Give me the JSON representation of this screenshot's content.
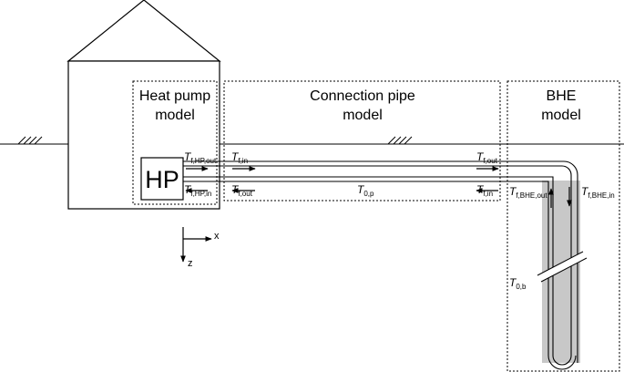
{
  "sections": {
    "heat_pump": {
      "line1": "Heat pump",
      "line2": "model"
    },
    "connection_pipe": {
      "line1": "Connection pipe",
      "line2": "model"
    },
    "bhe": {
      "line1": "BHE",
      "line2": "model"
    }
  },
  "hp_box": "HP",
  "axes": {
    "x": "x",
    "z": "z"
  },
  "temperatures": {
    "symbol": "T",
    "hp_out": "f,HP,out",
    "hp_in": "f,HP,in",
    "pipe_in_left": "f,in",
    "pipe_out_left": "f,out",
    "pipe_out_right": "f,out",
    "pipe_in_right": "f,in",
    "pipe_ground": "0,p",
    "bhe_out": "f,BHE,out",
    "bhe_in": "f,BHE,in",
    "borehole_ground": "0,b"
  },
  "colors": {
    "borehole_fill": "#c8c8c8",
    "line": "#000000"
  }
}
